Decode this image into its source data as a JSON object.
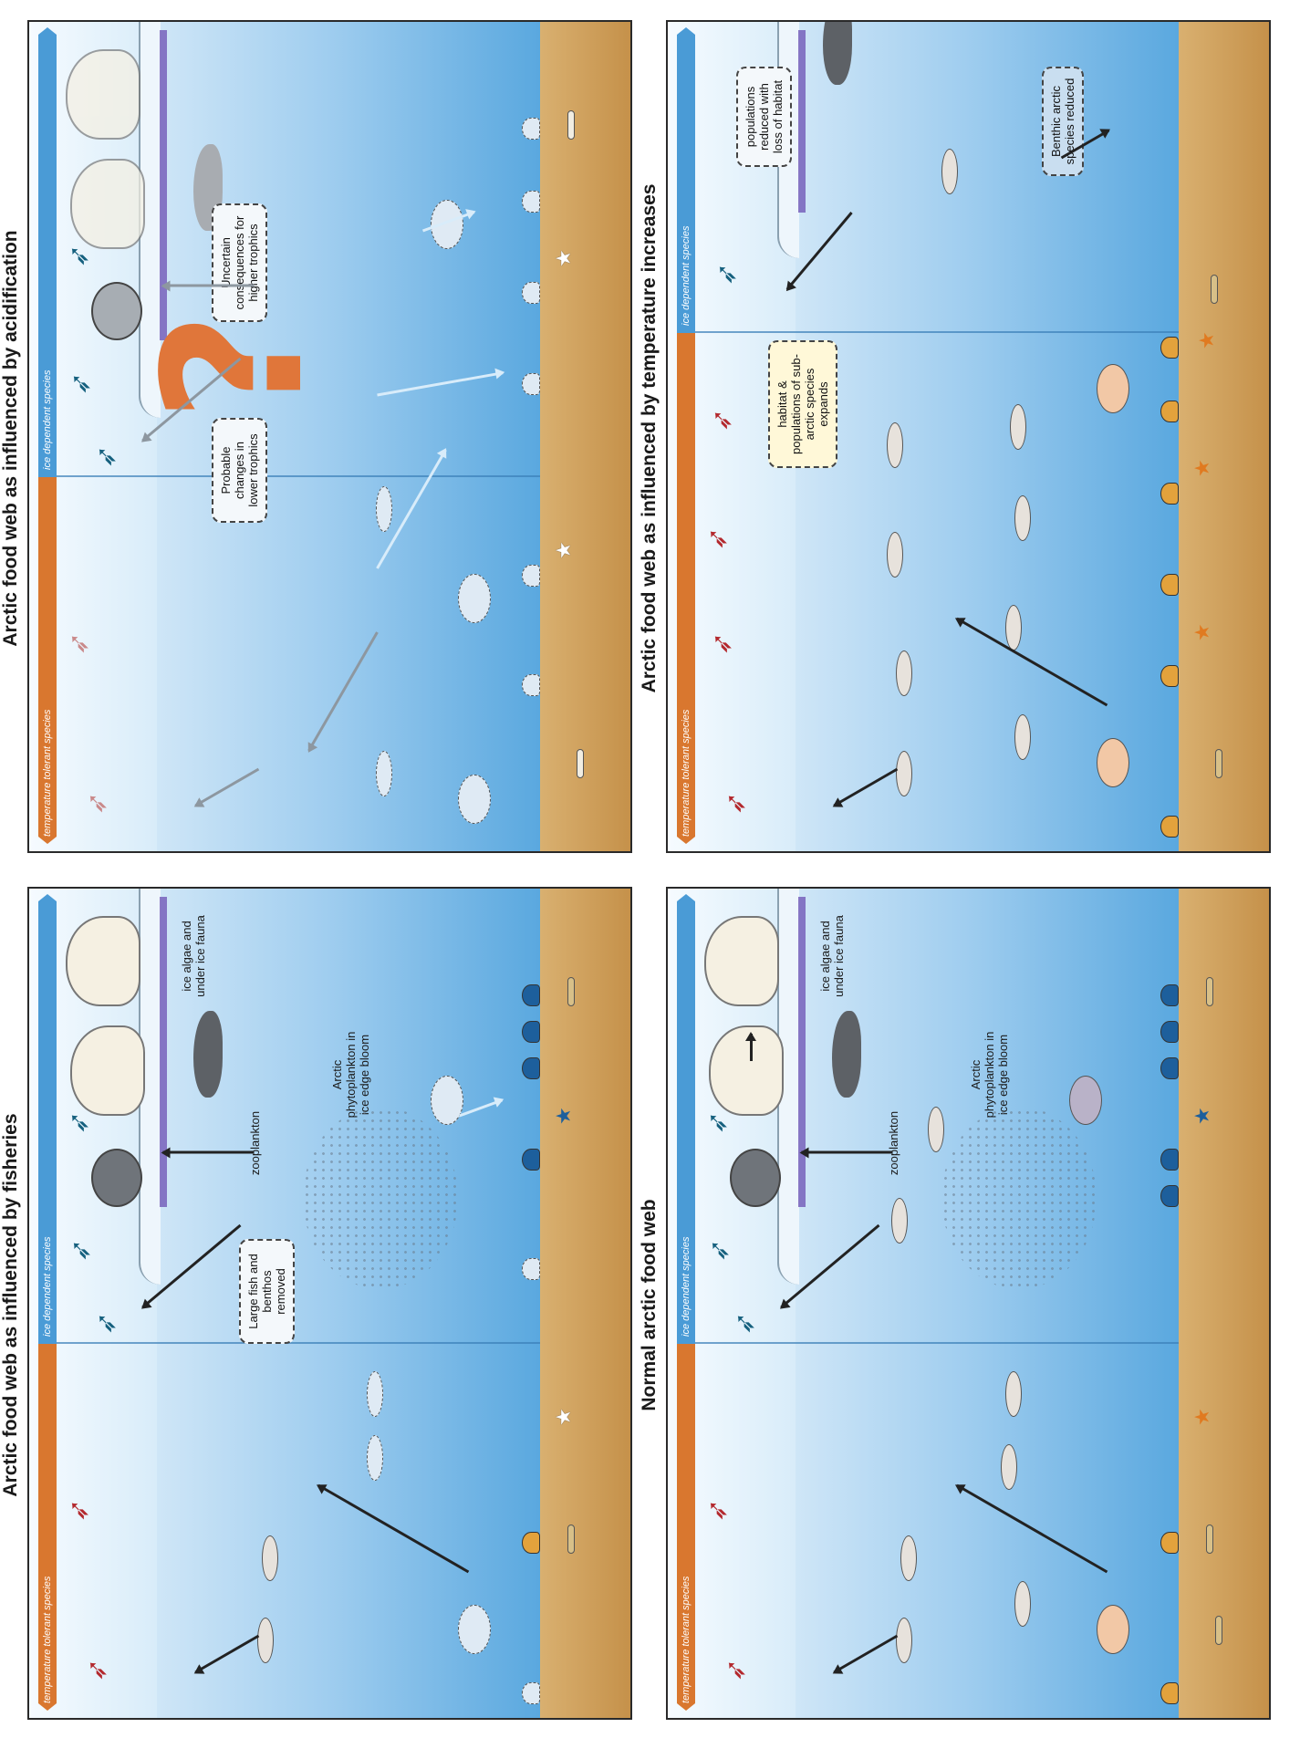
{
  "panels": {
    "normal": {
      "title": "Normal arctic food web",
      "tolerant": "temperature tolerant species",
      "dependent": "ice dependent species",
      "ice_algae": "ice algae and under ice fauna",
      "zooplankton": "zooplankton",
      "phyto": "Arctic phytoplankton in ice edge bloom"
    },
    "temperature": {
      "title": "Arctic food web as influenced by temperature increases",
      "tolerant": "temperature tolerant species",
      "dependent": "ice dependent species",
      "habitat_box": "habitat & populations of sub-arctic species expands",
      "populations_box": "populations reduced with loss of habitat",
      "benthic_box": "Benthic arctic species reduced"
    },
    "fisheries": {
      "title": "Arctic food web as influenced by fisheries",
      "tolerant": "temperature tolerant species",
      "dependent": "ice dependent species",
      "ice_algae": "ice algae and under ice fauna",
      "zooplankton": "zooplankton",
      "phyto": "Arctic phytoplankton in ice edge bloom",
      "removed_box": "Large fish and benthos removed"
    },
    "acidification": {
      "title": "Arctic food web as influenced by acidification",
      "tolerant": "temperature tolerant species",
      "dependent": "ice dependent species",
      "probable_box": "Probable changes in lower trophics",
      "uncertain_box": "Uncertain consequences for higher trophics"
    }
  },
  "icons": [
    "bird-icon",
    "polar-bear-icon",
    "seal-icon",
    "walrus-icon",
    "fish-icon",
    "flatfish-icon",
    "clam-icon",
    "starfish-icon",
    "worm-icon",
    "question-mark-icon"
  ],
  "colors": {
    "warm_tag": "#d9772f",
    "cold_tag": "#4a9bd6",
    "ice_dependent_bird": "#15607e",
    "tolerant_bird": "#b3282d"
  }
}
